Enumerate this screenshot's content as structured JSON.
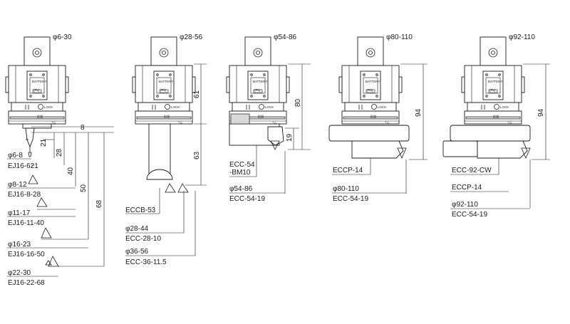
{
  "colors": {
    "line": "#1a1a1a",
    "shade": "#d9d9d9",
    "dark_shade": "#8c8c8c",
    "background": "#ffffff"
  },
  "head_text": {
    "battery": "BATTERY",
    "lock": "LOCK",
    "badge": "(Pb)",
    "scale": "|||||||",
    "arrow": "+△"
  },
  "tools": [
    {
      "diameter": "φ6-30",
      "dims": [
        "8",
        "21",
        "28",
        "40",
        "50",
        "68"
      ],
      "ranges": [
        {
          "range": "φ6-8",
          "code": "EJ16-621"
        },
        {
          "range": "φ8-12",
          "code": "EJ16-8-28"
        },
        {
          "range": "φ11-17",
          "code": "EJ16-11-40"
        },
        {
          "range": "φ16-23",
          "code": "EJ16-16-50"
        },
        {
          "range": "φ22-30",
          "code": "EJ16-22-68"
        }
      ]
    },
    {
      "diameter": "φ28-56",
      "dims": [
        "61",
        "63"
      ],
      "labels": [
        "ECCB-53",
        "φ28-44",
        "ECC-28-10",
        "φ36-56",
        "ECC-36-11.5"
      ]
    },
    {
      "diameter": "φ54-86",
      "dims": [
        "80",
        "19"
      ],
      "labels": [
        "ECC-54",
        "-BM10",
        "φ54-86",
        "ECC-54-19"
      ]
    },
    {
      "diameter": "φ80-110",
      "dims": [
        "94"
      ],
      "labels": [
        "ECCP-14",
        "φ80-110",
        "ECC-54-19"
      ]
    },
    {
      "diameter": "φ92-110",
      "dims": [
        "94"
      ],
      "labels": [
        "ECC-92-CW",
        "ECCP-14",
        "φ92-110",
        "ECC-54-19"
      ]
    }
  ]
}
